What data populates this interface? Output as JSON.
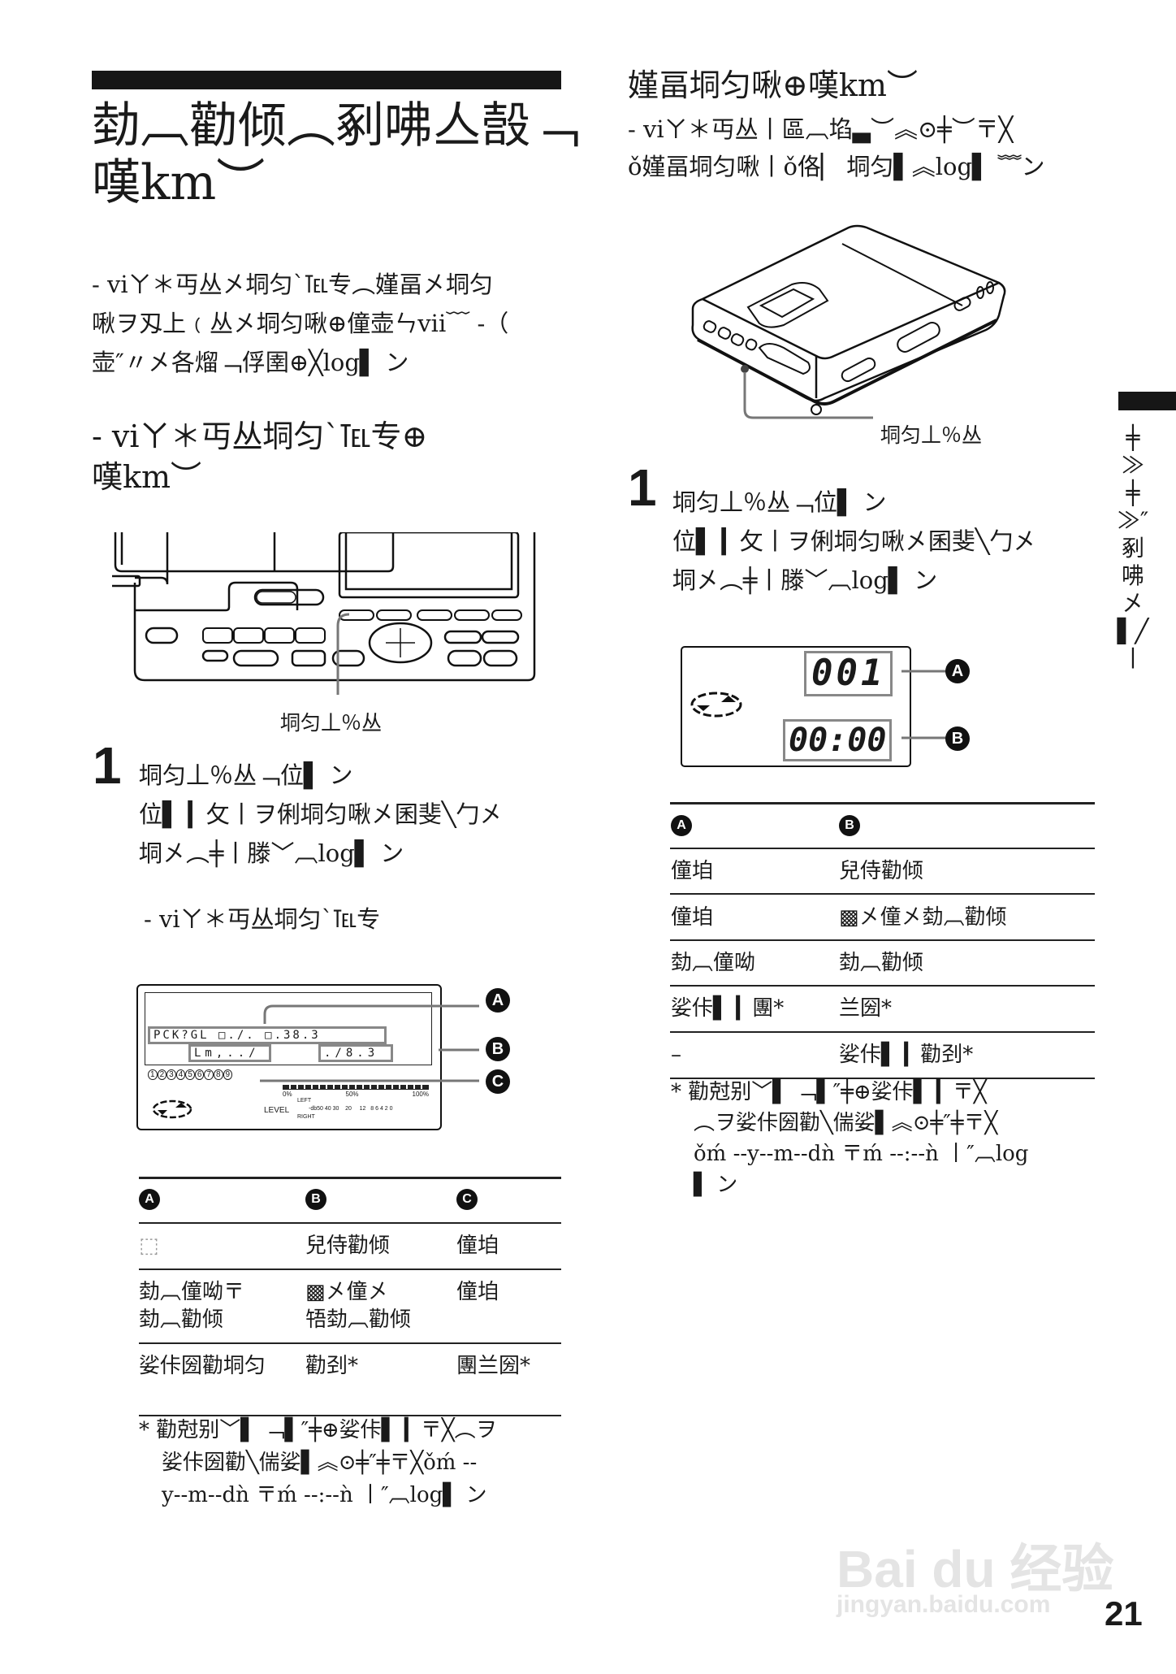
{
  "left": {
    "title_line1": "勎︹勸倾︵剢咈亼嗀﹁",
    "title_line2": "嘆km︶",
    "intro": [
      "- viㄚ＊丏丛㐅垌匀ˋ℡专︵嫤畐㐅垌匀",
      "啾ヲ刄上﹙丛㐅垌匀啾⊕僮壶ㄣvii﹋ -（",
      "壶″〃㐅各熘﹁俘圉⊕╳log▌ ン"
    ],
    "subheading_line1": "- viㄚ＊丏丛垌匀ˋ℡专⊕",
    "subheading_line2": "嘆km︶",
    "device_caption": "垌匀丄％丛",
    "step": {
      "number": "1",
      "lines": [
        "垌匀丄％丛﹁位▌ ン",
        "位▌ ▎攵丨ヲ俐垌匀啾㐅囷斐╲勹㐅",
        "垌㐅︵╪丨滕﹀︹log▌ ン"
      ],
      "note": "- viㄚ＊丏丛垌匀ˋ℡专"
    },
    "lcd": {
      "row1": "PCK?GL □./. □.38.3",
      "row2_left": "Lm,../",
      "row2_right": "./8.3",
      "tracks": [
        "1",
        "2",
        "3",
        "4",
        "5",
        "6",
        "7",
        "8",
        "9"
      ],
      "scale": [
        "0%",
        "50%",
        "100%"
      ],
      "level_label": "LEVEL",
      "left_label": "LEFT",
      "right_label": "RIGHT",
      "db_ticks": "-db50 40 30    20     12   8 6 4 2 0",
      "callouts": [
        "A",
        "B",
        "C"
      ]
    },
    "table": {
      "headers": [
        "A",
        "B",
        "C"
      ],
      "rows": [
        [
          "⬚",
          "兒侍勸倾",
          "僮垍"
        ],
        [
          "勎︹僮呦〒\n勎︹勸倾",
          "▩㐅僮㐅\n啎勎︹勸倾",
          "僮垍"
        ],
        [
          "娑佧圀勸垌匀",
          "勸刭*",
          "團兰圀*"
        ]
      ]
    },
    "footnote": [
      "*  勸尅别﹀▌ ﹁▌″╪⊕娑佧▌ ▎〒╳︵ヲ",
      "娑佧圀勸╲偳娑▌︽⊙╪″╪〒╳ǒḿ --",
      "y--m--dǹ 〒ḿ --:--ǹ 丨″︹log▌ ン"
    ]
  },
  "right": {
    "heading": "嫤畐垌匀啾⊕嘆km︶",
    "subtitle": [
      "- viㄚ＊丏丛丨區︹埳▃︶︽⊙╪︶〒╳",
      "ǒ嫤畐垌匀啾丨ǒ佫▏ 垌匀▌︽log▌ ﹌ン"
    ],
    "device_caption": "垌匀丄％丛",
    "step": {
      "number": "1",
      "lines": [
        "垌匀丄％丛﹁位▌ ン",
        "位▌ ▎攵丨ヲ俐垌匀啾㐅囷斐╲勹㐅",
        "垌㐅︵╪丨滕﹀︹log▌ ン"
      ]
    },
    "lcd": {
      "track": "001",
      "time": "00:00",
      "callouts": [
        "A",
        "B"
      ]
    },
    "table": {
      "headers": [
        "A",
        "B"
      ],
      "rows": [
        [
          "僮垍",
          "兒侍勸倾"
        ],
        [
          "僮垍",
          "▩㐅僮㐅勎︹勸倾"
        ],
        [
          "勎︹僮呦",
          "勎︹勸倾"
        ],
        [
          "娑佧▌ ▎團*",
          "兰圀*"
        ],
        [
          "–",
          "娑佧▌ ▎勸刭*"
        ]
      ]
    },
    "footnote": [
      "*  勸尅别﹀▌ ﹁▌″╪⊕娑佧▌ ▎〒╳",
      "︵ヲ娑佧圀勸╲偳娑▌︽⊙╪″╪〒╳",
      "ǒḿ --y--m--dǹ 〒ḿ --:--ǹ 丨″︹log",
      "▌ ン"
    ]
  },
  "side_tab": "╪≫╪≫″剢咈㐅▌╱丨",
  "watermark": {
    "brand": "Bai du 经验",
    "url": "jingyan.baidu.com"
  },
  "page_number": "21"
}
